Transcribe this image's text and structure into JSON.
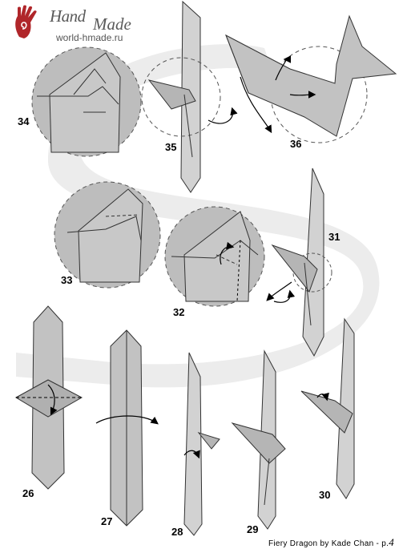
{
  "header": {
    "logo_word_1": "Hand",
    "logo_word_2": "Made",
    "site_url": "world-hmade.ru"
  },
  "steps": [
    {
      "label": "34"
    },
    {
      "label": "35"
    },
    {
      "label": "36"
    },
    {
      "label": "33"
    },
    {
      "label": "32"
    },
    {
      "label": "31"
    },
    {
      "label": "26"
    },
    {
      "label": "27"
    },
    {
      "label": "28"
    },
    {
      "label": "29"
    },
    {
      "label": "30"
    }
  ],
  "footer": {
    "credit": "Fiery Dragon by Kade Chan - p.",
    "page_number": "4"
  },
  "colors": {
    "paper_fill": "#bdbdbd",
    "paper_light": "#e6e6e6",
    "outline": "#333333",
    "background_swirl": "#ececec",
    "logo_red": "#b0262a"
  }
}
